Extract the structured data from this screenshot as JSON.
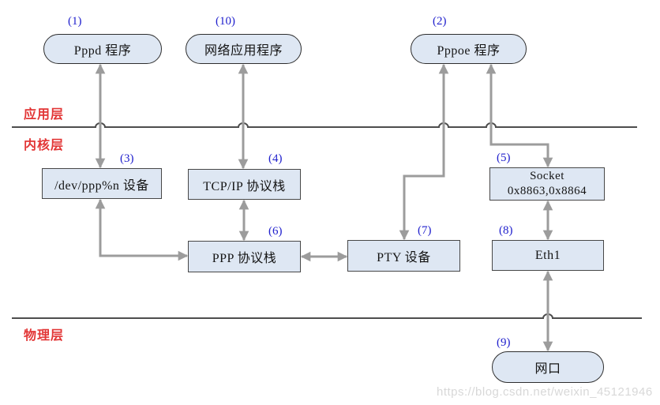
{
  "diagram": {
    "layer_labels": {
      "application": "应用层",
      "kernel": "内核层",
      "physical": "物理层"
    },
    "nodes": [
      {
        "num": "(1)",
        "label": "Pppd 程序"
      },
      {
        "num": "(10)",
        "label": "网络应用程序"
      },
      {
        "num": "(2)",
        "label": "Pppoe 程序"
      },
      {
        "num": "(3)",
        "label": "/dev/ppp%n 设备"
      },
      {
        "num": "(4)",
        "label": "TCP/IP 协议栈"
      },
      {
        "num": "(5)",
        "label": "Socket",
        "label2": "0x8863,0x8864"
      },
      {
        "num": "(6)",
        "label": "PPP 协议栈"
      },
      {
        "num": "(7)",
        "label": "PTY 设备"
      },
      {
        "num": "(8)",
        "label": "Eth1"
      },
      {
        "num": "(9)",
        "label": "网口"
      }
    ],
    "watermark": "https://blog.csdn.net/weixin_45121946",
    "colors": {
      "node_fill": "#dee7f3",
      "node_border": "#474747",
      "arrow": "#9c9c9c",
      "number_label": "#2121cd",
      "layer_label": "#e23636",
      "divider": "#4d4d4d",
      "watermark": "#d8d8d8"
    }
  }
}
